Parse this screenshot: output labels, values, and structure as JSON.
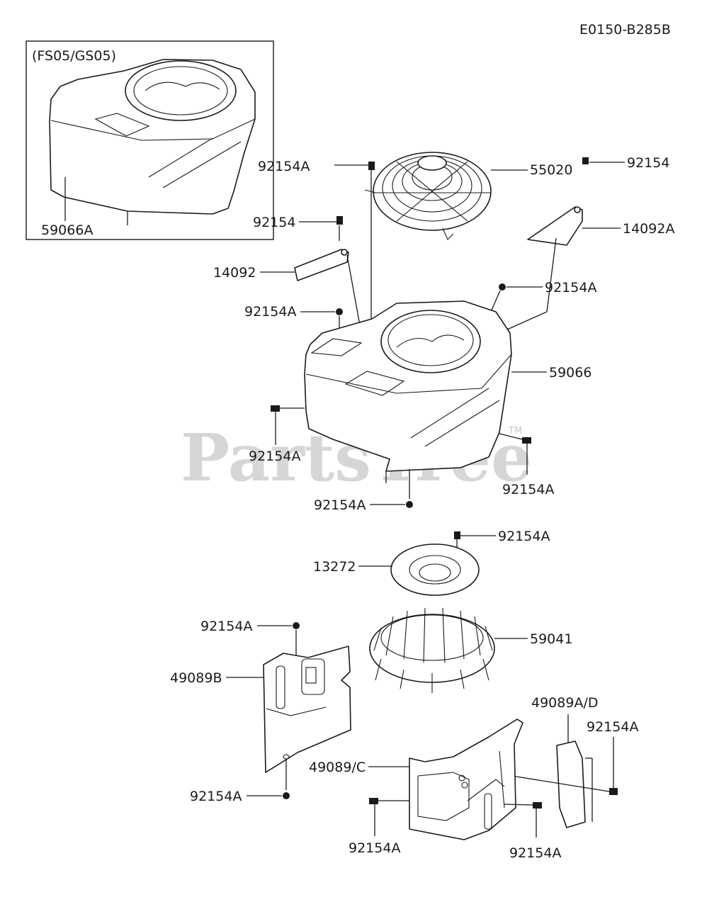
{
  "diagram_code": "E0150-B285B",
  "inset_label": "(FS05/GS05)",
  "watermark": "PartsTree",
  "trademark": "TM",
  "labels": {
    "p_59066A": "59066A",
    "p_92154A_top": "92154A",
    "p_55020": "55020",
    "p_92154_right": "92154",
    "p_14092A": "14092A",
    "p_92154_left": "92154",
    "p_14092": "14092",
    "p_92154A_right": "92154A",
    "p_92154A_left": "92154A",
    "p_59066": "59066",
    "p_92154A_side_left": "92154A",
    "p_92154A_side_right": "92154A",
    "p_92154A_bottom": "92154A",
    "p_92154A_plate": "92154A",
    "p_13272": "13272",
    "p_92154A_shield_top": "92154A",
    "p_59041": "59041",
    "p_49089B": "49089B",
    "p_49089AD": "49089A/D",
    "p_92154A_cover": "92154A",
    "p_49089C": "49089/C",
    "p_92154A_shield_bottom": "92154A",
    "p_92154A_lower_left": "92154A",
    "p_92154A_lower_right": "92154A"
  }
}
